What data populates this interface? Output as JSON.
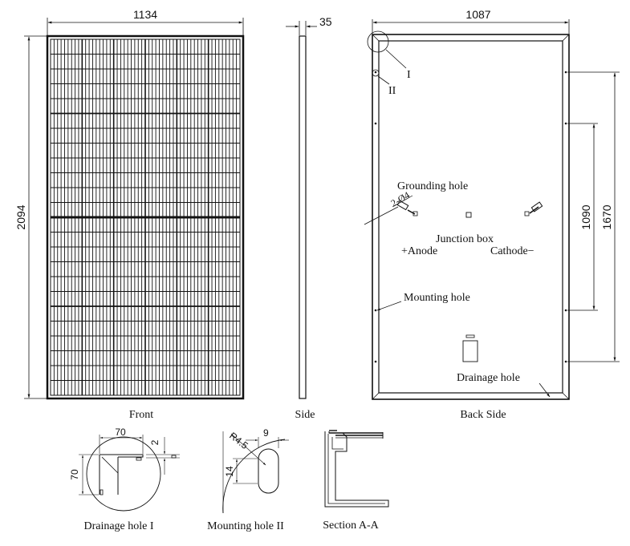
{
  "front": {
    "width_dim": "1134",
    "height_dim": "2094",
    "caption": "Front"
  },
  "side": {
    "thickness_dim": "35",
    "caption": "Side"
  },
  "back": {
    "width_dim": "1087",
    "dim_1670": "1670",
    "dim_1090": "1090",
    "caption": "Back Side",
    "marker_i": "I",
    "marker_ii": "II",
    "grounding_hole": "Grounding hole",
    "grounding_spec": "2-Ø4",
    "junction_box": "Junction box",
    "anode": "+Anode",
    "cathode": "Cathode−",
    "mounting_hole": "Mounting hole",
    "drainage_hole": "Drainage hole"
  },
  "details": {
    "drainage": {
      "caption": "Drainage hole  I",
      "dim_70_h": "70",
      "dim_70_v": "70",
      "dim_2": "2"
    },
    "mounting": {
      "caption": "Mounting hole  II",
      "dim_r": "R4.5",
      "dim_9": "9",
      "dim_14": "14"
    },
    "section": {
      "caption": "Section  A-A"
    }
  }
}
